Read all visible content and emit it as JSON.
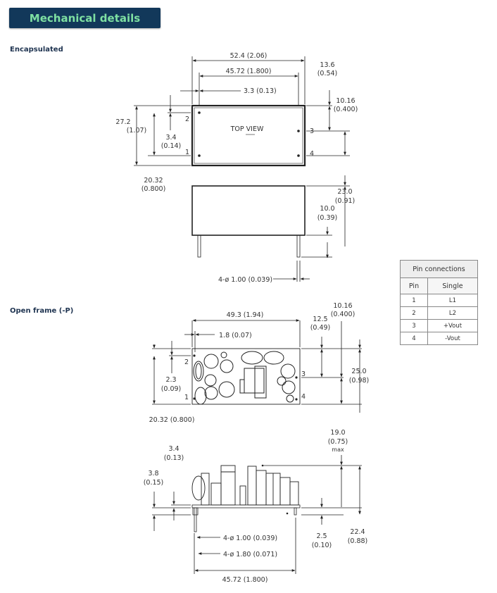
{
  "header": {
    "title": "Mechanical details"
  },
  "sections": {
    "encapsulated": "Encapsulated",
    "open_frame": "Open frame (-P)"
  },
  "encapsulated_top": {
    "label": "TOP VIEW",
    "pins": [
      "1",
      "2",
      "3",
      "4"
    ],
    "dims": {
      "overall_length": "52.4 (2.06)",
      "pin_span": "45.72 (1.800)",
      "pin_offset": "3.3 (0.13)",
      "right_offset_mm": "13.6",
      "right_offset_in": "(0.54)",
      "right_spacing_mm": "10.16",
      "right_spacing_in": "(0.400)",
      "width_mm": "27.2",
      "width_in": "(1.07)",
      "pin_inset_mm": "3.4",
      "pin_inset_in": "(0.14)",
      "left_spacing_mm": "20.32",
      "left_spacing_in": "(0.800)"
    }
  },
  "encapsulated_side": {
    "dims": {
      "height_mm": "23.0",
      "height_in": "(0.91)",
      "pin_length_mm": "10.0",
      "pin_length_in": "(0.39)",
      "pin_diameter": "4-ø 1.00 (0.039)"
    }
  },
  "pin_table": {
    "caption": "Pin connections",
    "headers": [
      "Pin",
      "Single"
    ],
    "rows": [
      [
        "1",
        "L1"
      ],
      [
        "2",
        "L2"
      ],
      [
        "3",
        "+Vout"
      ],
      [
        "4",
        "-Vout"
      ]
    ]
  },
  "open_top": {
    "pins": [
      "1",
      "2",
      "3",
      "4"
    ],
    "dims": {
      "length": "49.3 (1.94)",
      "pin_offset": "1.8 (0.07)",
      "right_offset_mm": "12.5",
      "right_offset_in": "(0.49)",
      "right_spacing_mm": "10.16",
      "right_spacing_in": "(0.400)",
      "width_mm": "25.0",
      "width_in": "(0.98)",
      "pin_inset_mm": "2.3",
      "pin_inset_in": "(0.09)",
      "left_spacing": "20.32 (0.800)"
    }
  },
  "open_side": {
    "dims": {
      "top_offset_mm": "3.4",
      "top_offset_in": "(0.13)",
      "standoff_mm": "3.8",
      "standoff_in": "(0.15)",
      "height_mm": "19.0",
      "height_in": "(0.75)",
      "height_note": "max",
      "pin_diameter": "4-ø 1.00 (0.039)",
      "shoulder_diameter": "4-ø 1.80 (0.071)",
      "board_thickness_mm": "2.5",
      "board_thickness_in": "(0.10)",
      "total_height_mm": "22.4",
      "total_height_in": "(0.88)",
      "pin_span": "45.72 (1.800)"
    }
  }
}
